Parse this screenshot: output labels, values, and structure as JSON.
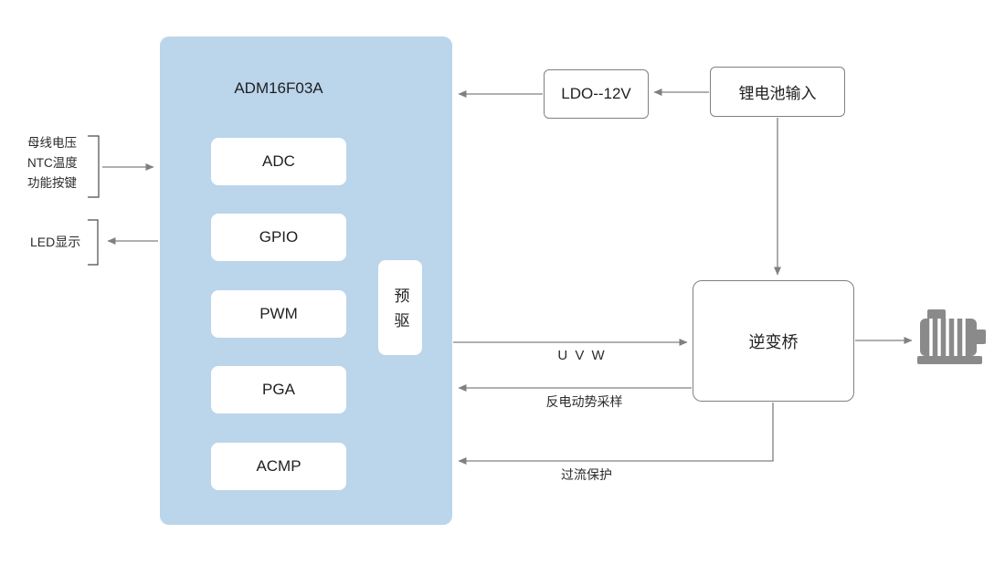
{
  "diagram": {
    "mcu": {
      "title": "ADM16F03A",
      "blocks": [
        "ADC",
        "GPIO",
        "PWM",
        "PGA",
        "ACMP"
      ],
      "predriver": "预驱"
    },
    "bus_inputs": [
      "母线电压",
      "NTC温度",
      "功能按键"
    ],
    "led_label": "LED显示",
    "ldo_label": "LDO--12V",
    "battery_label": "锂电池输入",
    "inverter_label": "逆变桥",
    "wire_labels": {
      "uvw": "U V W",
      "back_emf": "反电动势采样",
      "overcurrent": "过流保护"
    }
  },
  "colors": {
    "mcu_fill": "#BBD5EB",
    "box_border": "#808080",
    "wire": "#808080",
    "text": "#1F1F1F",
    "motor": "#8A8A8A",
    "background": "#FFFFFF"
  }
}
